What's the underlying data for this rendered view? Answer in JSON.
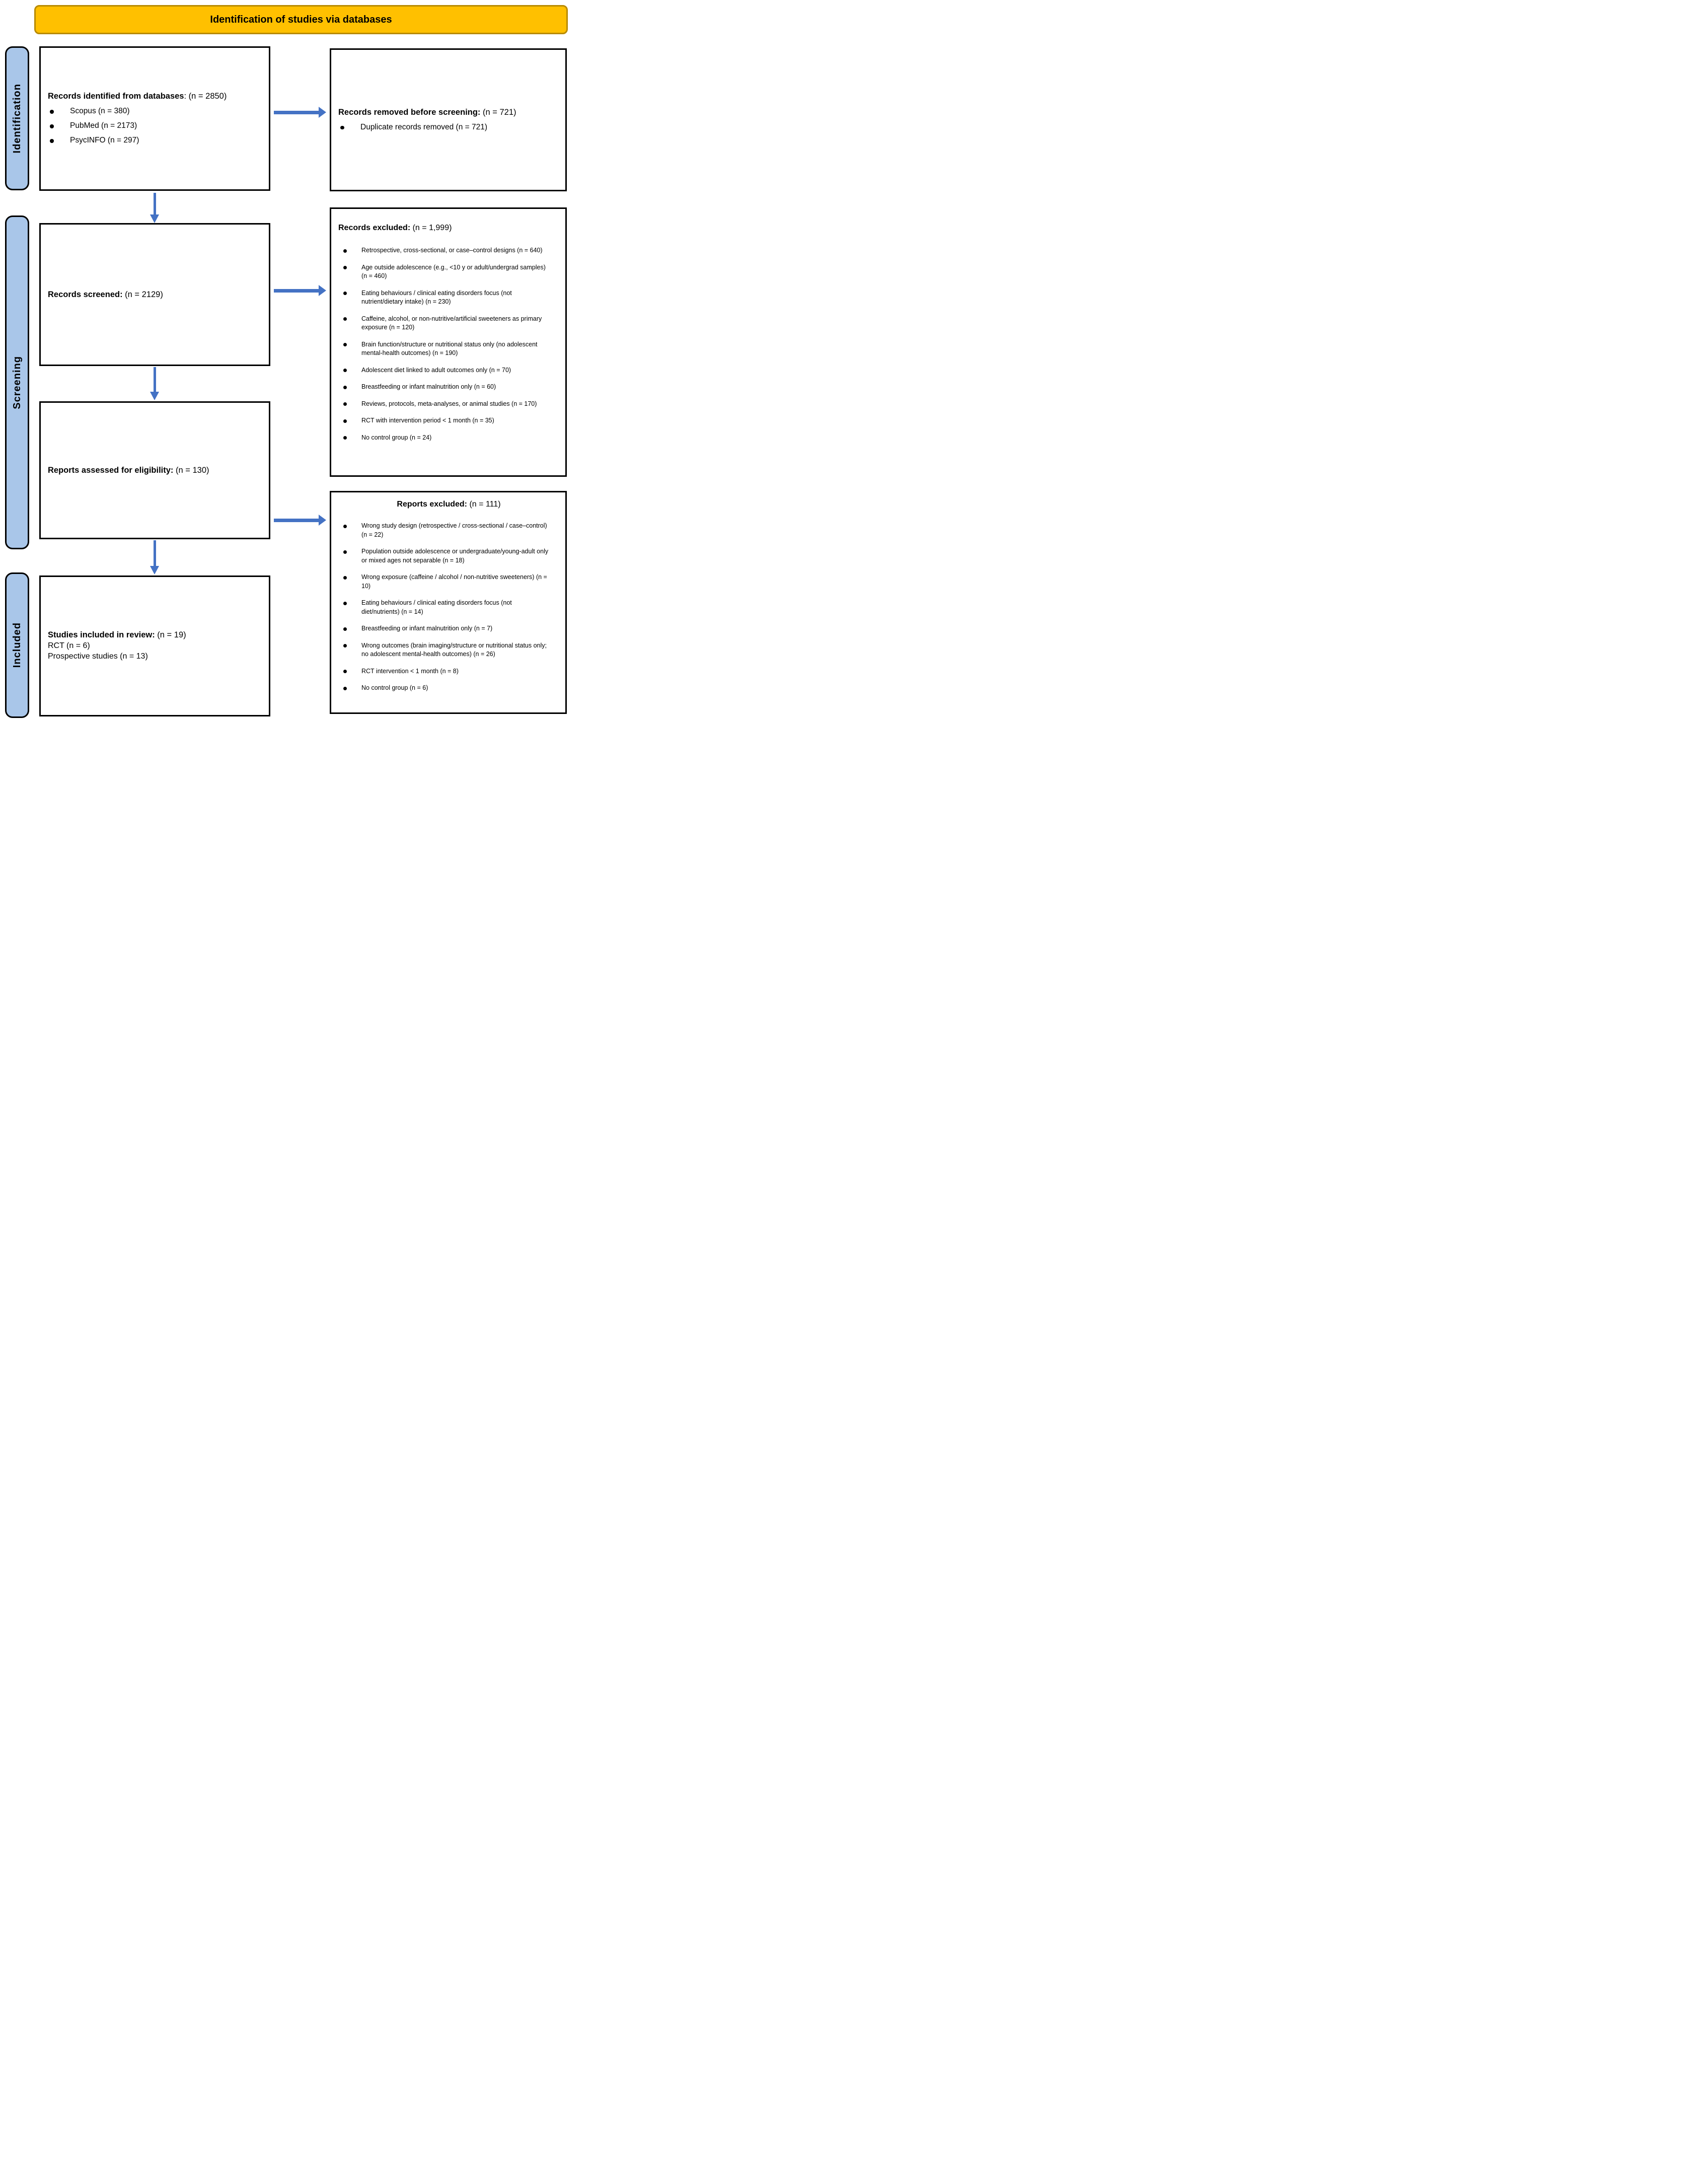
{
  "banner": {
    "title": "Identification of studies via databases"
  },
  "colors": {
    "banner_fill": "#FFC000",
    "banner_border": "#B88A00",
    "stage_label_fill": "#A9C6E9",
    "arrow": "#4472C4",
    "box_border": "#000000"
  },
  "sidebar": {
    "items": [
      {
        "label": "Identification"
      },
      {
        "label": "Screening"
      },
      {
        "label": "Included"
      }
    ]
  },
  "boxes": {
    "identified": {
      "title_bold": "Records identified from databases",
      "title_rest": ": (n = 2850)",
      "bullets": [
        "Scopus (n = 380)",
        "PubMed (n = 2173)",
        "PsycINFO (n = 297)"
      ]
    },
    "removed": {
      "title_bold": "Records removed before screening:",
      "title_rest": " (n = 721)",
      "bullets": [
        "Duplicate records removed (n = 721)"
      ]
    },
    "screened": {
      "title_bold": "Records screened:",
      "title_rest": " (n = 2129)"
    },
    "records_excluded": {
      "title_bold": "Records excluded:",
      "title_rest": " (n = 1,999)",
      "bullets": [
        "Retrospective, cross-sectional, or case–control designs (n = 640)",
        "Age outside adolescence (e.g., <10 y or adult/undergrad samples) (n = 460)",
        "Eating behaviours / clinical eating disorders focus (not nutrient/dietary intake) (n = 230)",
        "Caffeine, alcohol, or non-nutritive/artificial sweeteners as primary exposure (n = 120)",
        "Brain function/structure or nutritional status only (no adolescent mental-health outcomes) (n = 190)",
        "Adolescent diet linked to adult outcomes only (n = 70)",
        "Breastfeeding or infant malnutrition only (n = 60)",
        "Reviews, protocols, meta-analyses, or animal studies (n = 170)",
        "RCT with intervention period < 1 month (n = 35)",
        "No control group (n = 24)"
      ]
    },
    "assessed": {
      "title_bold": "Reports assessed for eligibility:",
      "title_rest": " (n = 130)"
    },
    "reports_excluded": {
      "title_bold": "Reports excluded:",
      "title_rest": " (n = 111)",
      "bullets": [
        "Wrong study design (retrospective / cross-sectional / case–control) (n = 22)",
        "Population outside adolescence or undergraduate/young-adult only or mixed ages not separable (n = 18)",
        "Wrong exposure (caffeine / alcohol / non-nutritive sweeteners) (n = 10)",
        "Eating behaviours / clinical eating disorders focus (not diet/nutrients) (n = 14)",
        "Breastfeeding or infant malnutrition only (n = 7)",
        "Wrong outcomes (brain imaging/structure or nutritional status only; no adolescent mental-health outcomes) (n = 26)",
        "RCT intervention < 1 month (n = 8)",
        "No control group (n = 6)"
      ]
    },
    "included": {
      "title_bold": "Studies included in review:",
      "title_rest": " (n = 19)",
      "lines": [
        "RCT (n = 6)",
        "Prospective studies (n = 13)"
      ]
    }
  }
}
